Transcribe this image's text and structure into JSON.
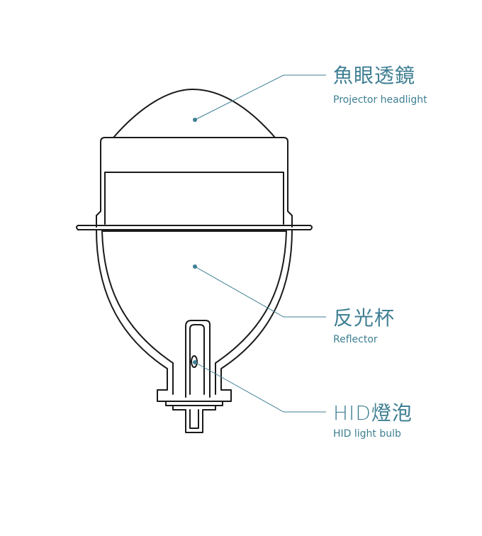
{
  "colors": {
    "accent": "#3f7f93",
    "outline": "#1a1a1a",
    "caption": "#3f7f93"
  },
  "labels": {
    "lens": {
      "cn": "魚眼透鏡",
      "en": "Projector headlight"
    },
    "reflector": {
      "cn": "反光杯",
      "en": "Reflector"
    },
    "bulb": {
      "cn": "HID燈泡",
      "en": "HID light bulb"
    }
  }
}
